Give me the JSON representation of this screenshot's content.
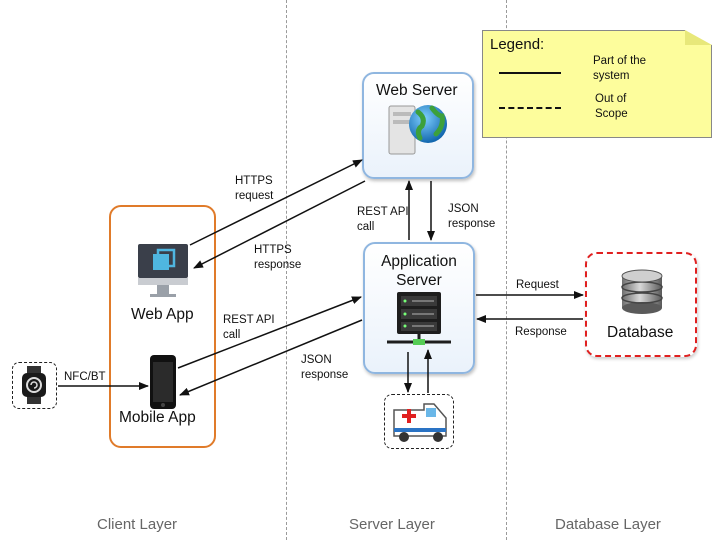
{
  "legend": {
    "title": "Legend:",
    "solid_label_line1": "Part of the",
    "solid_label_line2": "system",
    "dashed_label_line1": "Out of",
    "dashed_label_line2": "Scope"
  },
  "layers": {
    "client": "Client Layer",
    "server": "Server Layer",
    "database": "Database Layer"
  },
  "nodes": {
    "web_server": "Web Server",
    "app_server_line1": "Application",
    "app_server_line2": "Server",
    "web_app": "Web App",
    "mobile_app": "Mobile App",
    "database": "Database"
  },
  "edges": {
    "https_request_line1": "HTTPS",
    "https_request_line2": "request",
    "https_response_line1": "HTTPS",
    "https_response_line2": "response",
    "rest_api_top_line1": "REST API",
    "rest_api_top_line2": "call",
    "json_top_line1": "JSON",
    "json_top_line2": "response",
    "rest_api_mid_line1": "REST API",
    "rest_api_mid_line2": "call",
    "json_mid_line1": "JSON",
    "json_mid_line2": "response",
    "request": "Request",
    "response": "Response",
    "nfc": "NFC/BT"
  },
  "colors": {
    "client_border": "#e07b2a",
    "server_border": "#6fa3d8",
    "database_border": "#e02020",
    "legend_fill": "#fdfd9c"
  },
  "icons": [
    "monitor-icon",
    "smartphone-icon",
    "smartwatch-icon",
    "server-rack-icon",
    "web-server-globe-icon",
    "ambulance-icon",
    "database-cylinder-icon"
  ]
}
